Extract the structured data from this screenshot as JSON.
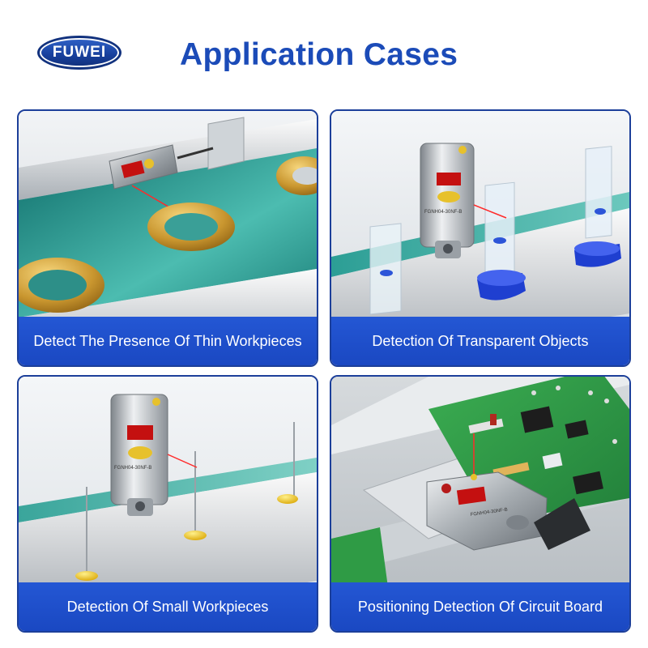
{
  "brand": {
    "logo_text": "FUWEI"
  },
  "header": {
    "title": "Application Cases"
  },
  "sensor_model_text": "FGNH04-30NF-B",
  "cards": [
    {
      "label": "Detect The Presence Of Thin Workpieces"
    },
    {
      "label": "Detection Of Transparent Objects"
    },
    {
      "label": "Detection Of Small Workpieces"
    },
    {
      "label": "Positioning Detection Of Circuit Board"
    }
  ],
  "colors": {
    "accent_blue": "#1b4bb8",
    "label_bar": "#1a48c2",
    "card_border": "#1c3f9a",
    "conveyor_teal": "#2a9f96",
    "brass": "#c9962f",
    "pcb_green": "#2f9b45"
  }
}
